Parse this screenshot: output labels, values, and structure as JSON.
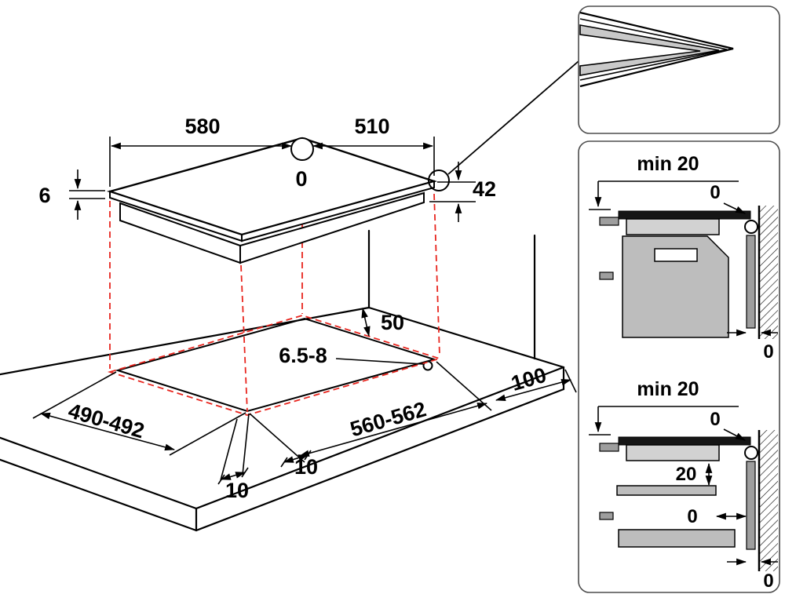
{
  "colors": {
    "projection_red": "#e8251e"
  },
  "main": {
    "dim_top_width": "580",
    "dim_top_depth": "510",
    "dim_zero": "0",
    "dim_glass_thickness": "6",
    "dim_hob_height": "42",
    "dim_rear_clearance": "50",
    "dim_hole_diameter": "6.5-8",
    "dim_cutout_depth": "490-492",
    "dim_cutout_width": "560-562",
    "dim_side_clearance": "100",
    "dim_overhang_side": "10",
    "dim_overhang_front": "10"
  },
  "detail_flush": {
    "dim_min_clearance": "min 20",
    "dim_wall_gap_top": "0",
    "dim_wall_gap_bottom": "0"
  },
  "detail_shelf": {
    "dim_min_clearance": "min 20",
    "dim_wall_gap_top": "0",
    "dim_shelf_gap": "20",
    "dim_shelf_wall_gap": "0",
    "dim_wall_gap_bottom": "0"
  }
}
